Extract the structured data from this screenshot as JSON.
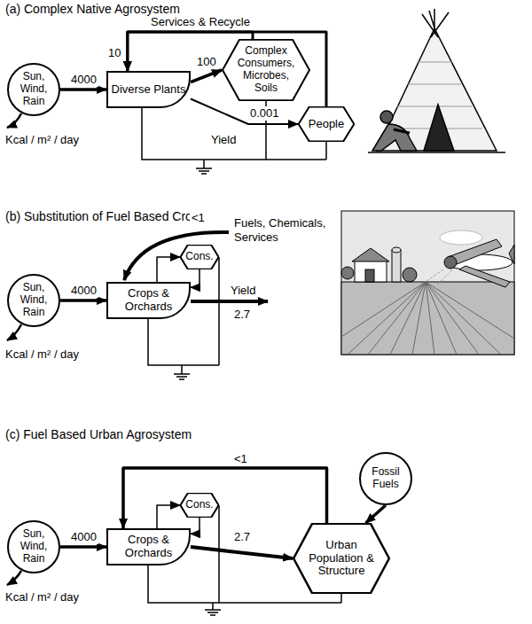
{
  "diagram": {
    "nodes": [
      {
        "text": [
          "Sun, Wind, Rain"
        ]
      },
      {
        "text": [
          "Diverse Plants"
        ]
      },
      {
        "text": [
          "Complex Consumers, Microbes, Soils"
        ]
      },
      {
        "text": [
          "People"
        ]
      },
      {
        "text": [
          "Sun, Wind, Rain"
        ]
      },
      {
        "text": [
          "Crops & Orchards"
        ]
      },
      {
        "text": [
          "Cons."
        ]
      },
      {
        "text": [
          "Sun, Wind, Rain"
        ]
      },
      {
        "text": [
          "Crops & Orchards"
        ]
      },
      {
        "text": [
          "Cons."
        ]
      },
      {
        "text": [
          "Fossil Fuels"
        ]
      },
      {
        "text": [
          "Urban Population & Structure"
        ]
      }
    ],
    "edges": [
      {
        "from": 0,
        "to": 1,
        "label": "4000",
        "arrow": "to"
      },
      {
        "from": 1,
        "to": 2,
        "label": "100",
        "arrow": "to"
      },
      {
        "from": 2,
        "to": 1,
        "label": "10",
        "arrow": "to"
      },
      {
        "from": 3,
        "to": 1,
        "arrow": "to"
      },
      {
        "from": 1,
        "to": 3,
        "label": "0.001",
        "arrow": "to"
      },
      {
        "from": 4,
        "to": 5,
        "label": "4000",
        "arrow": "to"
      },
      {
        "from": 5,
        "to": 6,
        "arrow": "to"
      },
      {
        "from": 6,
        "to": 5,
        "arrow": "to"
      },
      {
        "from": 7,
        "to": 8,
        "label": "4000",
        "arrow": "to"
      },
      {
        "from": 8,
        "to": 9,
        "arrow": "to"
      },
      {
        "from": 9,
        "to": 8,
        "arrow": "to"
      },
      {
        "from": 8,
        "to": 11,
        "label": "2.7",
        "arrow": "to"
      },
      {
        "from": 11,
        "to": 8,
        "label": "<1",
        "arrow": "to"
      },
      {
        "from": 10,
        "to": 11,
        "arrow": "to"
      }
    ],
    "labels": [
      "(a) Complex Native Agrosystem",
      "Services & Recycle",
      "Yield",
      "Kcal / m² / day",
      "(b) Substitution of Fuel Based Crops",
      "<1",
      "Fuels, Chemicals, Services",
      "Yield",
      "2.7",
      "Kcal / m² / day",
      "(c) Fuel Based Urban Agrosystem",
      "Kcal / m² / day"
    ]
  }
}
